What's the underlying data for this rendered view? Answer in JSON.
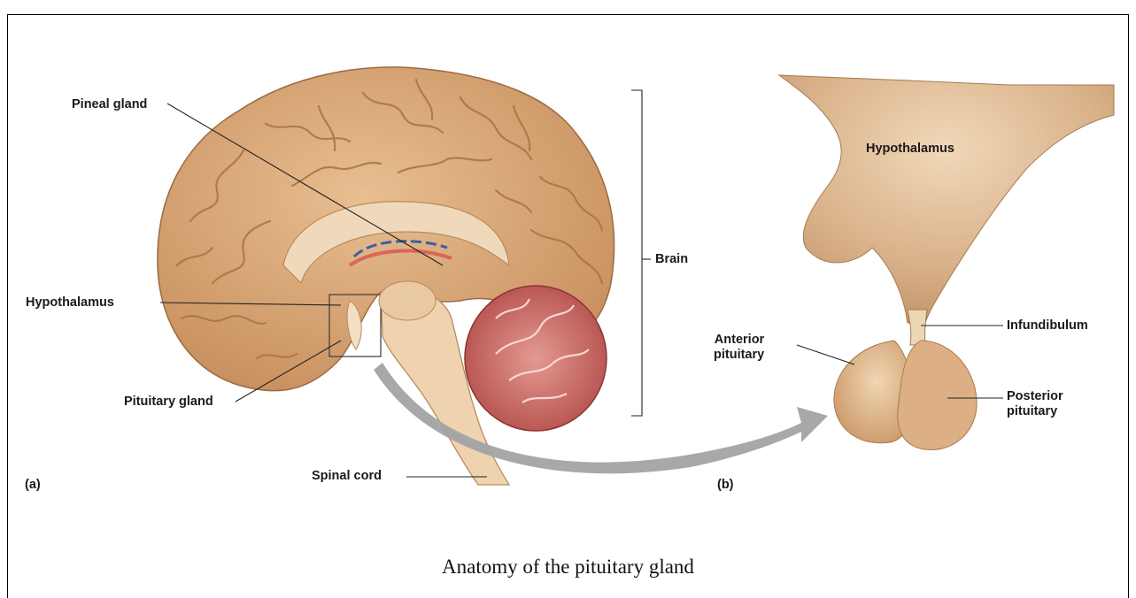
{
  "figure": {
    "panel_a": {
      "tag": "(a)",
      "labels": {
        "pineal_gland": "Pineal gland",
        "hypothalamus": "Hypothalamus",
        "pituitary_gland": "Pituitary gland",
        "spinal_cord": "Spinal cord",
        "brain": "Brain"
      }
    },
    "panel_b": {
      "tag": "(b)",
      "labels": {
        "hypothalamus": "Hypothalamus",
        "infundibulum": "Infundibulum",
        "anterior_pituitary": "Anterior\npituitary",
        "posterior_pituitary": "Posterior\npituitary"
      }
    },
    "caption": "Anatomy of the pituitary gland"
  },
  "colors": {
    "cortex": "#d9a878",
    "cortex_shadow": "#b9804f",
    "brainstem": "#efd3b0",
    "cerebellum": "#c85e5a",
    "arbor_vitae": "#f2c7c0",
    "arrow": "#9b9b9b",
    "pituitary": "#d4a576"
  }
}
